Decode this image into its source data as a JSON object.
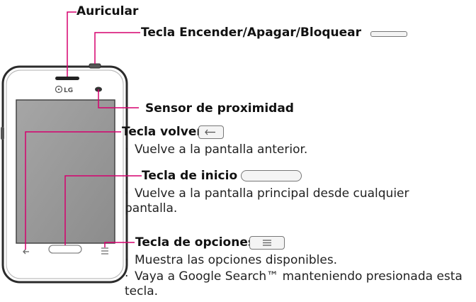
{
  "callouts": {
    "earpiece": {
      "label": "Auricular"
    },
    "power_key": {
      "label": "Tecla Encender/Apagar/Bloquear"
    },
    "proximity": {
      "label": "Sensor de proximidad"
    },
    "back_key": {
      "label": "Tecla volver",
      "bullets": [
        "Vuelve a la pantalla anterior."
      ]
    },
    "home_key": {
      "label": "Tecla de inicio",
      "bullets": [
        "Vuelve a la pantalla principal desde cualquier pantalla."
      ]
    },
    "options_key": {
      "label": "Tecla de opciones",
      "bullets": [
        "Muestra las opciones disponibles.",
        "Vaya a Google Search™ manteniendo presionada esta tecla."
      ]
    }
  },
  "phone": {
    "brand": "LG"
  },
  "colors": {
    "callout_line": "#d6006e",
    "phone_body": "#ffffff",
    "phone_outline": "#333333",
    "screen": "#9a9a9a"
  }
}
